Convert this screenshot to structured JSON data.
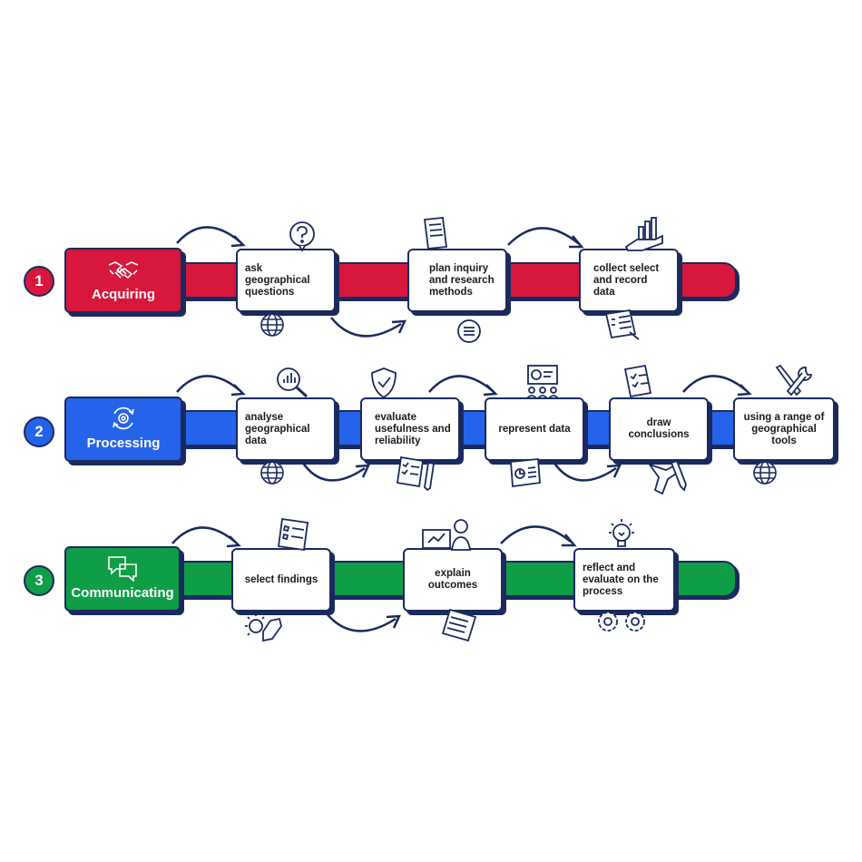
{
  "colors": {
    "navy": "#1b2a5e",
    "acquiring": "#d7173c",
    "processing": "#2563eb",
    "communicating": "#0f9d45"
  },
  "rows": [
    {
      "number": "1",
      "phase": "Acquiring",
      "phase_icon": "handshake-icon",
      "steps": [
        "ask geographical questions",
        "plan inquiry and research methods",
        "collect select and record data"
      ]
    },
    {
      "number": "2",
      "phase": "Processing",
      "phase_icon": "gear-cycle-icon",
      "steps": [
        "analyse geographical data",
        "evaluate usefulness and reliability",
        "represent data",
        "draw conclusions",
        "using a range of geographical tools"
      ]
    },
    {
      "number": "3",
      "phase": "Communicating",
      "phase_icon": "speech-bubbles-icon",
      "steps": [
        "select findings",
        "explain outcomes",
        "reflect and evaluate on the process"
      ]
    }
  ]
}
